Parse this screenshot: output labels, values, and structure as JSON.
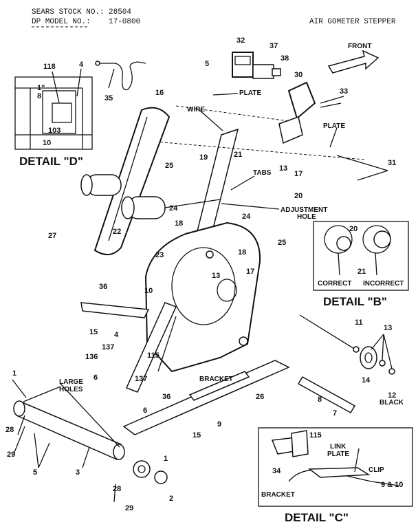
{
  "header": {
    "stock_label": "SEARS STOCK NO.:",
    "stock_value": "28504",
    "model_label": "DP MODEL NO.:",
    "model_value": "17-0800",
    "product": "AIR GOMETER STEPPER"
  },
  "direction": "FRONT",
  "details": {
    "d": "DETAIL \"D\"",
    "b": "DETAIL \"B\"",
    "c": "DETAIL \"C\""
  },
  "detail_d_labels": {
    "n118": "118",
    "n4": "4",
    "frac": "1\"",
    "frac_den": "8",
    "n103": "103",
    "n10": "10"
  },
  "detail_b_labels": {
    "n20": "20",
    "n21": "21",
    "correct": "CORRECT",
    "incorrect": "INCORRECT"
  },
  "detail_c_labels": {
    "n115": "115",
    "link_plate": "LINK",
    "link_plate2": "PLATE",
    "n34": "34",
    "clip": "CLIP",
    "bracket": "BRACKET",
    "n9_10": "9 & 10"
  },
  "text_labels": {
    "plate_top": "PLATE",
    "plate_right": "PLATE",
    "wire": "WIRE",
    "tabs": "TABS",
    "adjustment": "ADJUSTMENT",
    "hole": "HOLE",
    "large": "LARGE",
    "holes": "HOLES",
    "bracket": "BRACKET",
    "black": "BLACK"
  },
  "part_numbers": {
    "p32": "32",
    "p37": "37",
    "p38": "38",
    "p5a": "5",
    "p30": "30",
    "p33": "33",
    "p35": "35",
    "p16": "16",
    "p21": "21",
    "p13a": "13",
    "p17a": "17",
    "p31": "31",
    "p25a": "25",
    "p19": "19",
    "p20": "20",
    "p24a": "24",
    "p24b": "24",
    "p18a": "18",
    "p18b": "18",
    "p22": "22",
    "p23": "23",
    "p27": "27",
    "p25b": "25",
    "p13b": "13",
    "p17b": "17",
    "p36a": "36",
    "p10": "10",
    "p15a": "15",
    "p4": "4",
    "p137a": "137",
    "p136": "136",
    "p115": "115",
    "p6a": "6",
    "p137b": "137",
    "p6b": "6",
    "p36b": "36",
    "p9": "9",
    "p26": "26",
    "p15b": "15",
    "p11": "11",
    "p13c": "13",
    "p14": "14",
    "p12": "12",
    "p8": "8",
    "p7": "7",
    "p1a": "1",
    "p28a": "28",
    "p29a": "29",
    "p5b": "5",
    "p3": "3",
    "p1b": "1",
    "p28b": "28",
    "p2": "2",
    "p29b": "29"
  }
}
